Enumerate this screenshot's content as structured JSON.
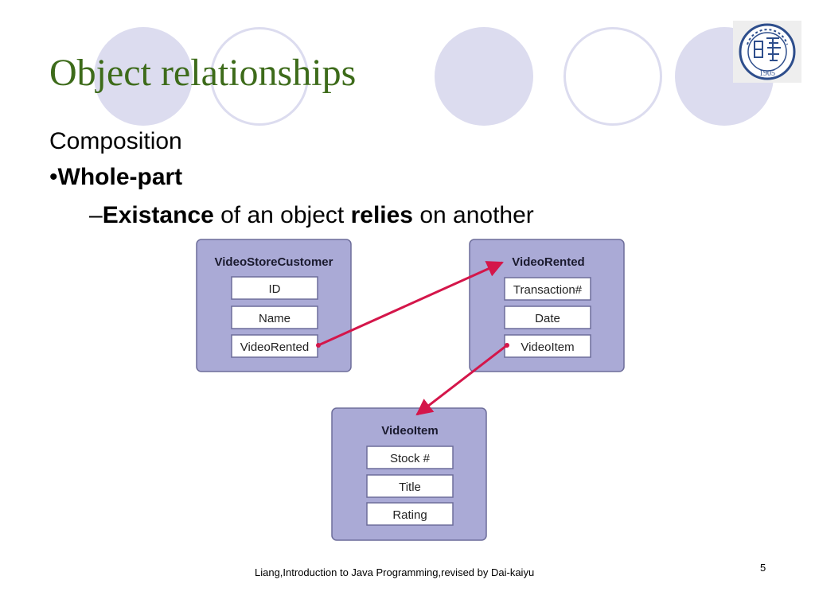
{
  "slide": {
    "title": "Object relationships",
    "lines": {
      "composition": "Composition",
      "bullet": "•",
      "whole_part": "Whole-part",
      "dash": "–",
      "existance": "Existance",
      "of_an_object": " of an object ",
      "relies": "relies",
      "on_another": " on another"
    },
    "footer": "Liang,Introduction to Java Programming,revised by Dai-kaiyu",
    "page_number": "5"
  },
  "logo": {
    "year": "1905"
  },
  "diagram": {
    "boxes": [
      {
        "title": "VideoStoreCustomer",
        "fields": [
          "ID",
          "Name",
          "VideoRented"
        ]
      },
      {
        "title": "VideoRented",
        "fields": [
          "Transaction#",
          "Date",
          "VideoItem"
        ]
      },
      {
        "title": "VideoItem",
        "fields": [
          "Stock #",
          "Title",
          "Rating"
        ]
      }
    ]
  },
  "colors": {
    "title": "#3d6b1a",
    "decor_circle": "#dcdcef",
    "box_fill": "#aaaad6",
    "arrow": "#d4164a"
  }
}
